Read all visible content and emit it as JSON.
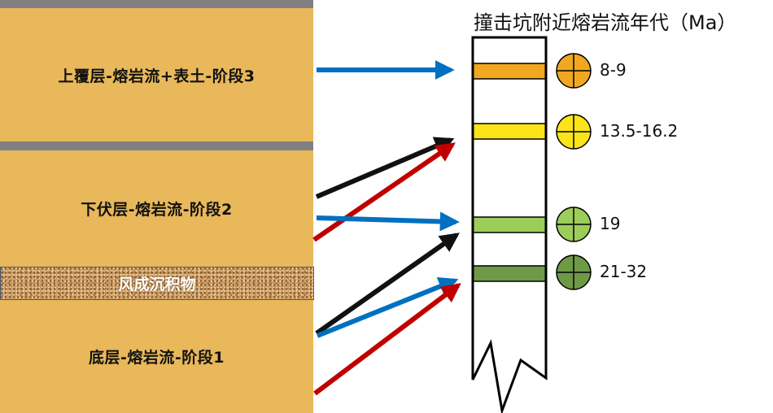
{
  "title": "撞击坑附近熔岩流年代（Ma）",
  "strata": {
    "upper": {
      "label": "上覆层-熔岩流+表土-阶段3",
      "color": "#e8b85a"
    },
    "middle": {
      "label": "下伏层-熔岩流-阶段2",
      "color": "#e8b85a"
    },
    "aeolian": {
      "label": "风成沉积物",
      "color": "#c89a64"
    },
    "bottom": {
      "label": "底层-熔岩流-阶段1",
      "color": "#e8b85a"
    },
    "separator_color": "#808080"
  },
  "column_bands": [
    {
      "age": "8-9",
      "color": "#f0a820"
    },
    {
      "age": "13.5-16.2",
      "color": "#fbe41a"
    },
    {
      "age": "19",
      "color": "#9ccc5a"
    },
    {
      "age": "21-32",
      "color": "#6e9a48"
    }
  ],
  "arrow_colors": {
    "blue": "#0070c0",
    "black": "#111111",
    "red": "#c00000"
  },
  "arrows": [
    {
      "from": "stage3",
      "to": "8-9",
      "color": "blue"
    },
    {
      "from": "stage2",
      "to": "13.5-16.2",
      "color": "black"
    },
    {
      "from": "stage2",
      "to": "13.5-16.2",
      "color": "red"
    },
    {
      "from": "stage2",
      "to": "19",
      "color": "blue"
    },
    {
      "from": "stage1",
      "to": "19",
      "color": "black"
    },
    {
      "from": "stage1",
      "to": "21-32",
      "color": "blue"
    },
    {
      "from": "stage1",
      "to": "21-32",
      "color": "red"
    }
  ]
}
